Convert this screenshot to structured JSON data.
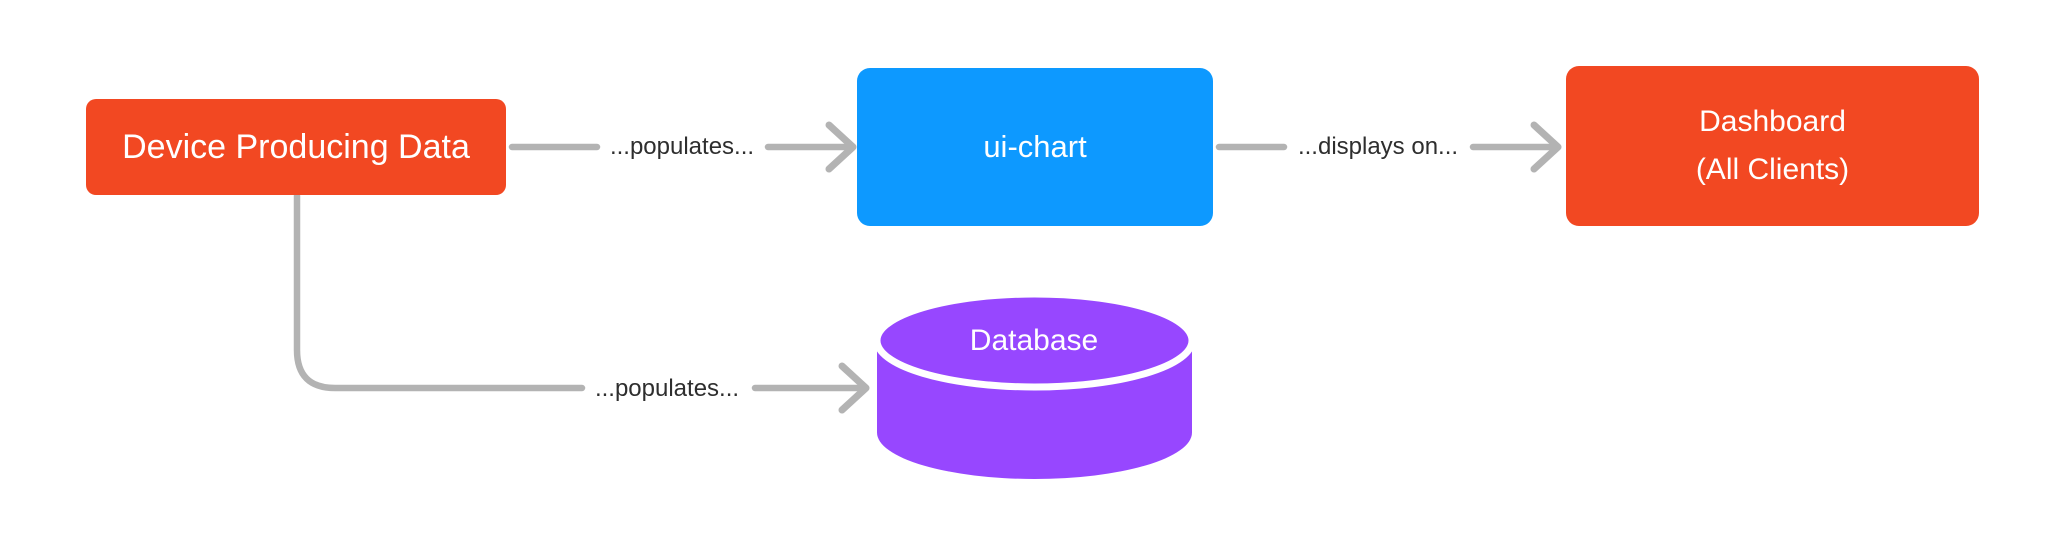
{
  "diagram": {
    "background": "#FFFFFF",
    "colors": {
      "arrow": "#B3B3B3",
      "edge_label_text": "#2E2E2E",
      "node_text": "#FFFFFF"
    },
    "nodes": {
      "device": {
        "label": "Device Producing Data",
        "color": "#F24822"
      },
      "ui_chart": {
        "label": "ui-chart",
        "color": "#0D99FF"
      },
      "dashboard": {
        "label_line1": "Dashboard",
        "label_line2": "(All Clients)",
        "color": "#F24822"
      },
      "database": {
        "label": "Database",
        "color": "#9747FF",
        "shape": "cylinder-icon"
      }
    },
    "edges": {
      "device_to_uichart": {
        "label": "...populates..."
      },
      "uichart_to_dashboard": {
        "label": "...displays on..."
      },
      "device_to_database": {
        "label": "...populates..."
      }
    }
  }
}
